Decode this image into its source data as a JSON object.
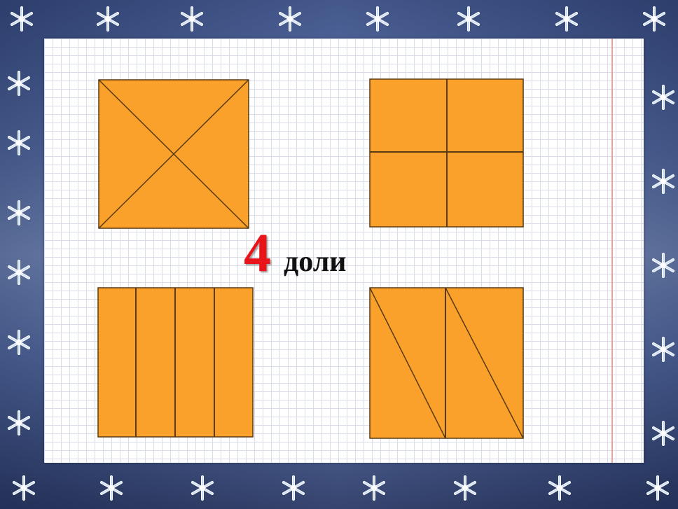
{
  "caption": {
    "number": "4",
    "word": "доли"
  },
  "colors": {
    "frame": "#4a5f99",
    "paper": "#ffffff",
    "grid": "#d9dde8",
    "margin_line": "#f2a0a0",
    "figure_fill": "#f9a12b",
    "figure_stroke": "#5a3a12",
    "number": "#e8141a",
    "word": "#111111"
  },
  "decorations": {
    "frame_icon": "snowflake-icon"
  },
  "figures": [
    {
      "name": "square-divided-by-diagonals",
      "parts": 4
    },
    {
      "name": "square-divided-into-quarters",
      "parts": 4
    },
    {
      "name": "square-divided-into-vertical-strips",
      "parts": 4
    },
    {
      "name": "square-divided-into-triangles",
      "parts": 4
    }
  ]
}
